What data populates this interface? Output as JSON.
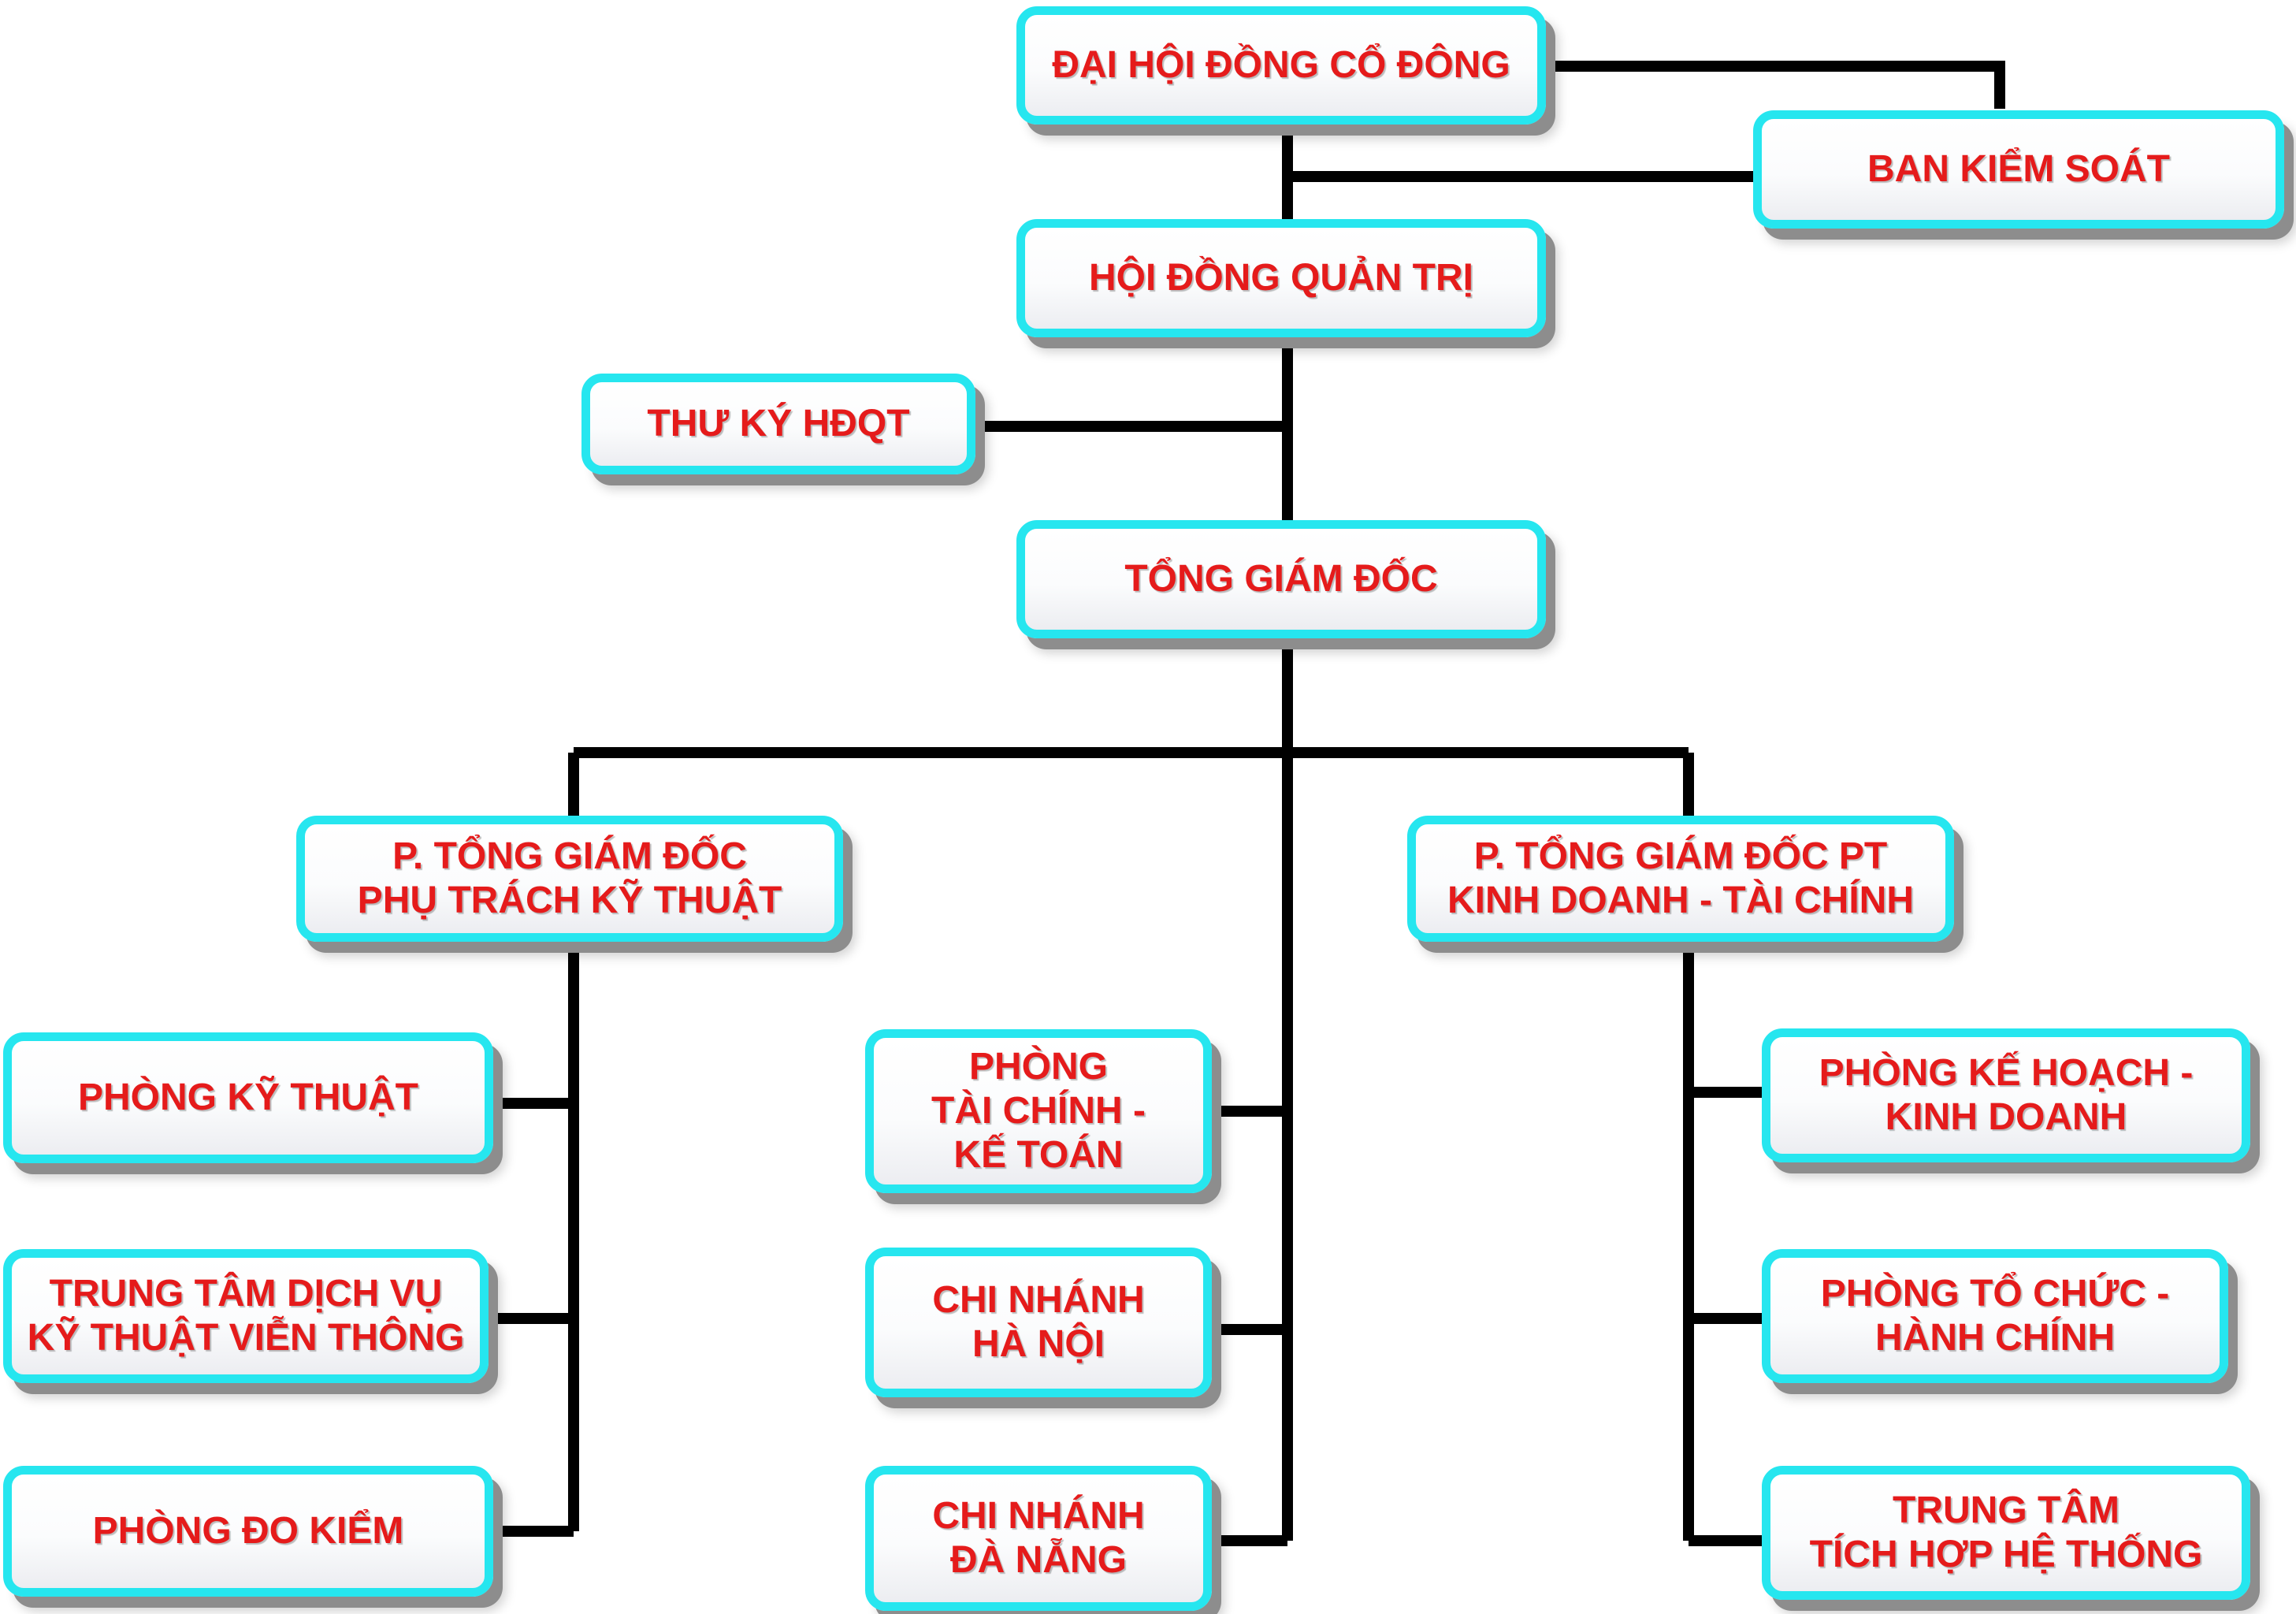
{
  "org_chart": {
    "shareholders": {
      "lines": [
        "ĐẠI HỘI ĐỒNG CỔ ĐÔNG"
      ]
    },
    "supervisory_board": {
      "lines": [
        "BAN KIỂM SOÁT"
      ]
    },
    "board_of_directors": {
      "lines": [
        "HỘI ĐỒNG QUẢN TRỊ"
      ]
    },
    "board_secretary": {
      "lines": [
        "THƯ KÝ HĐQT"
      ]
    },
    "general_director": {
      "lines": [
        "TỔNG GIÁM ĐỐC"
      ]
    },
    "deputy_technical": {
      "lines": [
        "P. TỔNG GIÁM ĐỐC",
        "PHỤ TRÁCH KỸ THUẬT"
      ]
    },
    "deputy_business": {
      "lines": [
        "P. TỔNG GIÁM ĐỐC PT",
        "KINH DOANH - TÀI CHÍNH"
      ]
    },
    "technical_department": {
      "lines": [
        "PHÒNG KỸ THUẬT"
      ]
    },
    "telecom_service_center": {
      "lines": [
        "TRUNG TÂM DỊCH VỤ",
        "KỸ THUẬT VIỄN THÔNG"
      ]
    },
    "measurement_department": {
      "lines": [
        "PHÒNG ĐO KIỂM"
      ]
    },
    "finance_accounting": {
      "lines": [
        "PHÒNG",
        "TÀI CHÍNH -",
        "KẾ TOÁN"
      ]
    },
    "hanoi_branch": {
      "lines": [
        "CHI NHÁNH",
        "HÀ NỘI"
      ]
    },
    "danang_branch": {
      "lines": [
        "CHI NHÁNH",
        "ĐÀ NẴNG"
      ]
    },
    "planning_business": {
      "lines": [
        "PHÒNG KẾ HOẠCH -",
        "KINH DOANH"
      ]
    },
    "organization_admin": {
      "lines": [
        "PHÒNG TỔ CHỨC -",
        "HÀNH CHÍNH"
      ]
    },
    "system_integration_center": {
      "lines": [
        "TRUNG TÂM",
        "TÍCH HỢP HỆ THỐNG"
      ]
    },
    "box_border_color": "#26e6ef",
    "text_color": "#e51b1b",
    "connector_color": "#000000"
  }
}
